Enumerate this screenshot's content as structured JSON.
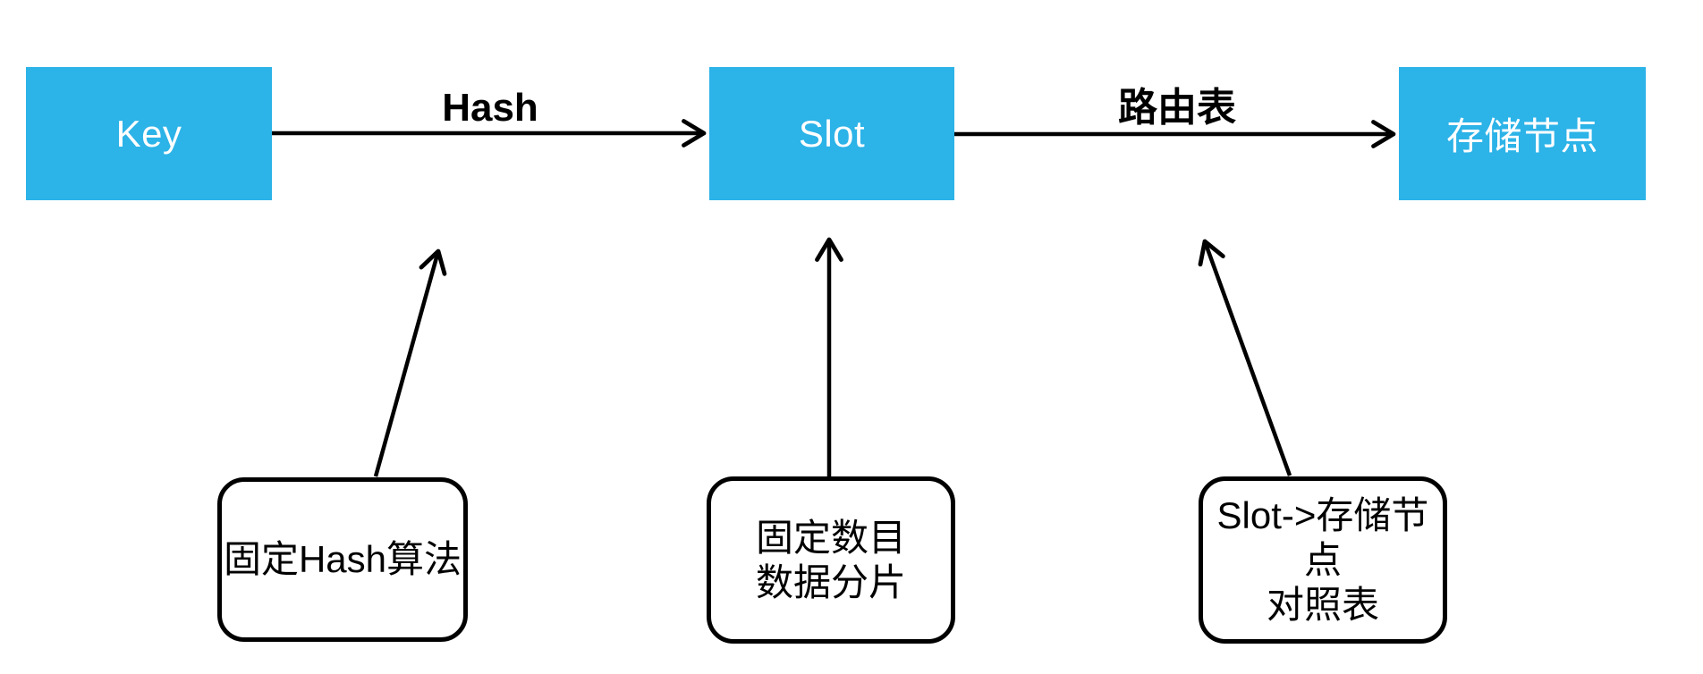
{
  "colors": {
    "background": "#FFFFFF",
    "node_fill": "#2CB3E8",
    "node_text": "#FFFFFF",
    "arrow": "#000000",
    "note_border": "#000000"
  },
  "flow": {
    "nodes": [
      {
        "id": "key",
        "label": "Key"
      },
      {
        "id": "slot",
        "label": "Slot"
      },
      {
        "id": "storage-node",
        "label": "存储节点"
      }
    ],
    "edges": [
      {
        "from": "key",
        "to": "slot",
        "label": "Hash"
      },
      {
        "from": "slot",
        "to": "storage-node",
        "label": "路由表"
      }
    ]
  },
  "annotations": [
    {
      "points_to": "hash-edge",
      "label": "固定Hash算法"
    },
    {
      "points_to": "slot",
      "label": "固定数目\n数据分片"
    },
    {
      "points_to": "route-table-edge",
      "label": "Slot->存储节点\n对照表"
    }
  ]
}
